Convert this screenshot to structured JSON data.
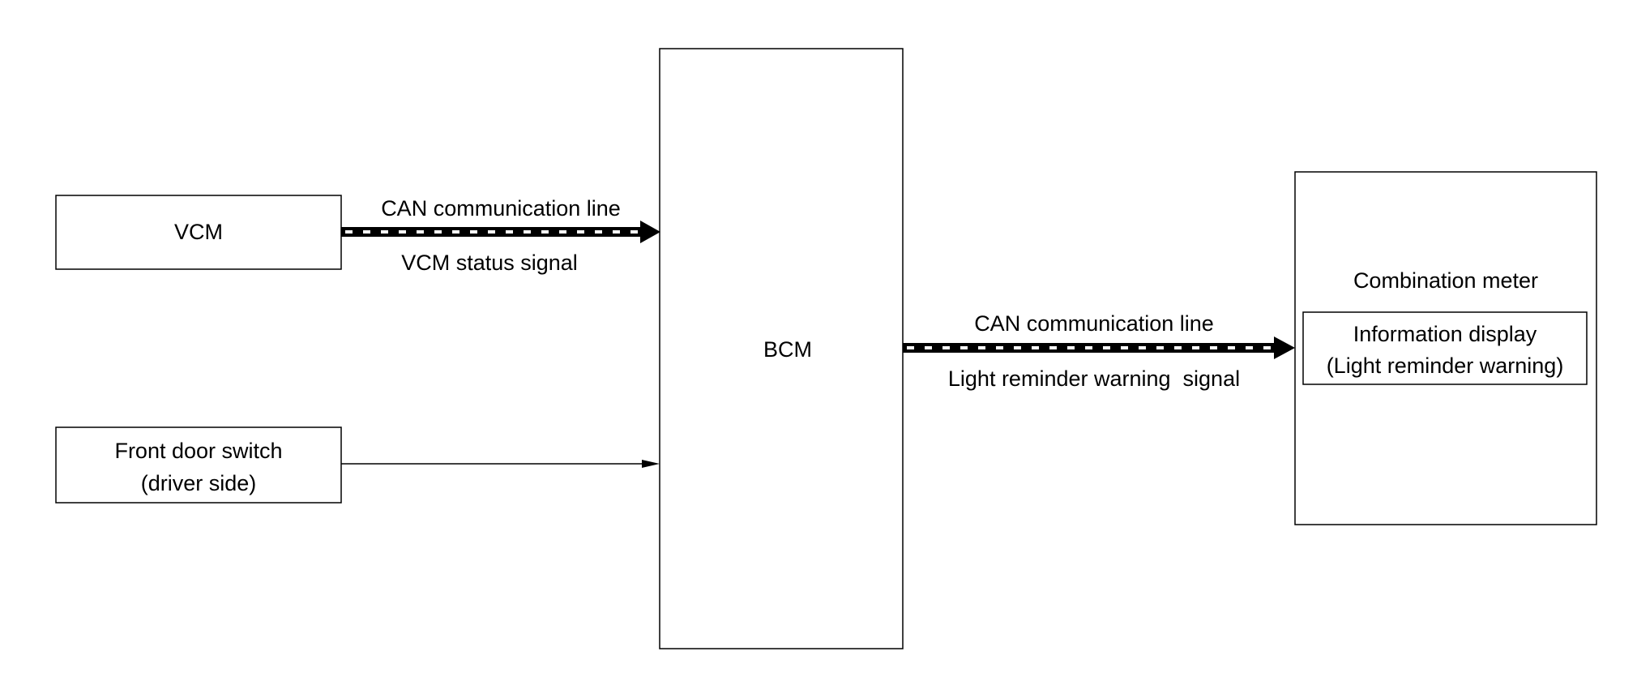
{
  "blocks": {
    "vcm": "VCM",
    "front_door_switch": [
      "Front door switch",
      "(driver side)"
    ],
    "bcm": "BCM",
    "combination_meter": "Combination meter",
    "information_display": [
      "Information display",
      "(Light reminder warning)"
    ]
  },
  "connections": {
    "vcm_to_bcm": {
      "line_label": "CAN communication line",
      "signal_label": "VCM status signal",
      "type": "CAN"
    },
    "bcm_to_meter": {
      "line_label": "CAN communication line",
      "signal_label": "Light reminder warning  signal",
      "type": "CAN"
    },
    "door_switch_to_bcm": {
      "type": "wire"
    }
  }
}
